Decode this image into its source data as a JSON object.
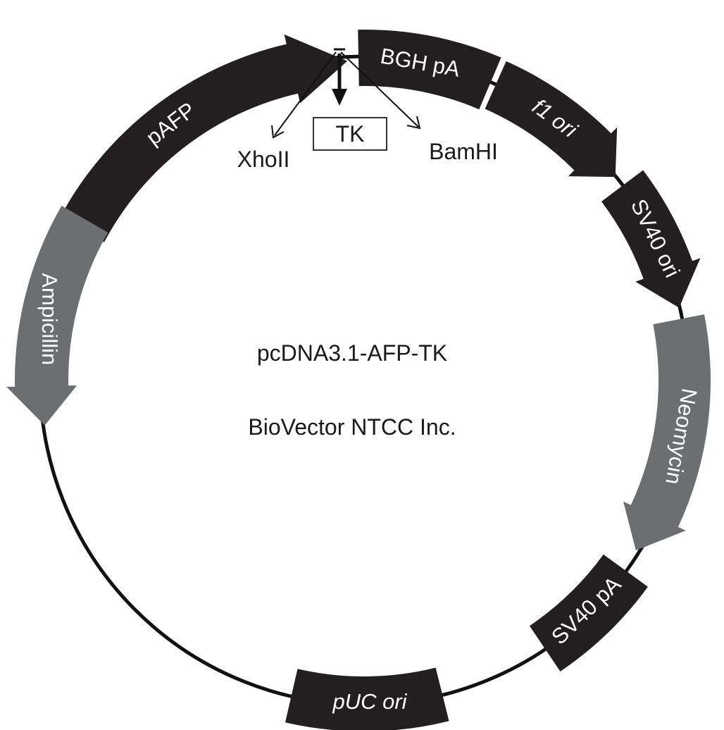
{
  "title": "pcDNA3.1-AFP-TK",
  "subtitle": "BioVector NTCC Inc.",
  "insert": {
    "box_label": "TK",
    "site_left": "XhoII",
    "site_right": "BamHI"
  },
  "features": [
    {
      "id": "pafp",
      "label": "pAFP",
      "kind": "arrow",
      "color": "dark"
    },
    {
      "id": "bgh-pa",
      "label": "BGH pA",
      "kind": "box",
      "color": "dark"
    },
    {
      "id": "f1-ori",
      "label": "f1 ori",
      "kind": "arrow",
      "color": "dark"
    },
    {
      "id": "sv40-ori",
      "label": "SV40 ori",
      "kind": "arrow",
      "color": "dark"
    },
    {
      "id": "neomycin",
      "label": "Neomycin",
      "kind": "arrow",
      "color": "gray"
    },
    {
      "id": "sv40-pa",
      "label": "SV40 pA",
      "kind": "box",
      "color": "dark"
    },
    {
      "id": "puc-ori",
      "label": "pUC ori",
      "kind": "box",
      "color": "dark"
    },
    {
      "id": "ampicillin",
      "label": "Ampicillin",
      "kind": "arrow",
      "color": "gray"
    }
  ],
  "colors": {
    "dark": "#231f20",
    "gray": "#6d6e70",
    "backbone": "#111111"
  }
}
